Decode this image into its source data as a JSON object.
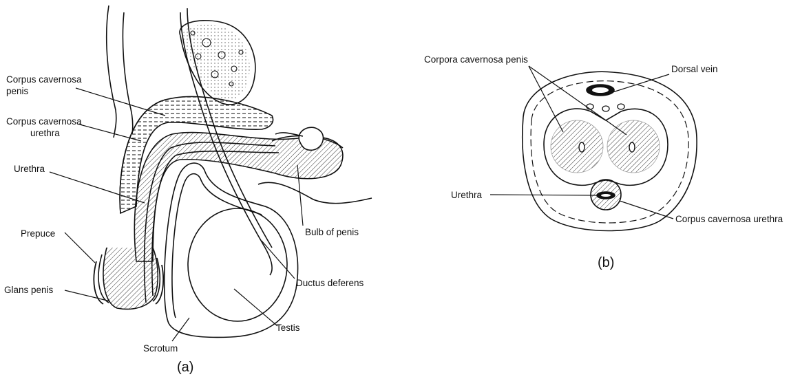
{
  "figure_a": {
    "labels": {
      "corpus_cavernosa_penis_line1": "Corpus cavernosa",
      "corpus_cavernosa_penis_line2": "penis",
      "corpus_cavernosa_urethra_line1": "Corpus cavernosa",
      "corpus_cavernosa_urethra_line2": "urethra",
      "urethra": "Urethra",
      "prepuce": "Prepuce",
      "glans_penis": "Glans penis",
      "scrotum": "Scrotum",
      "testis": "Testis",
      "ductus_deferens": "Ductus deferens",
      "bulb_of_penis": "Bulb of penis"
    },
    "caption": "(a)"
  },
  "figure_b": {
    "labels": {
      "corpora_cavernosa_penis": "Corpora cavernosa penis",
      "dorsal_vein": "Dorsal vein",
      "urethra": "Urethra",
      "corpus_cavernosa_urethra": "Corpus cavernosa urethra"
    },
    "caption": "(b)"
  }
}
